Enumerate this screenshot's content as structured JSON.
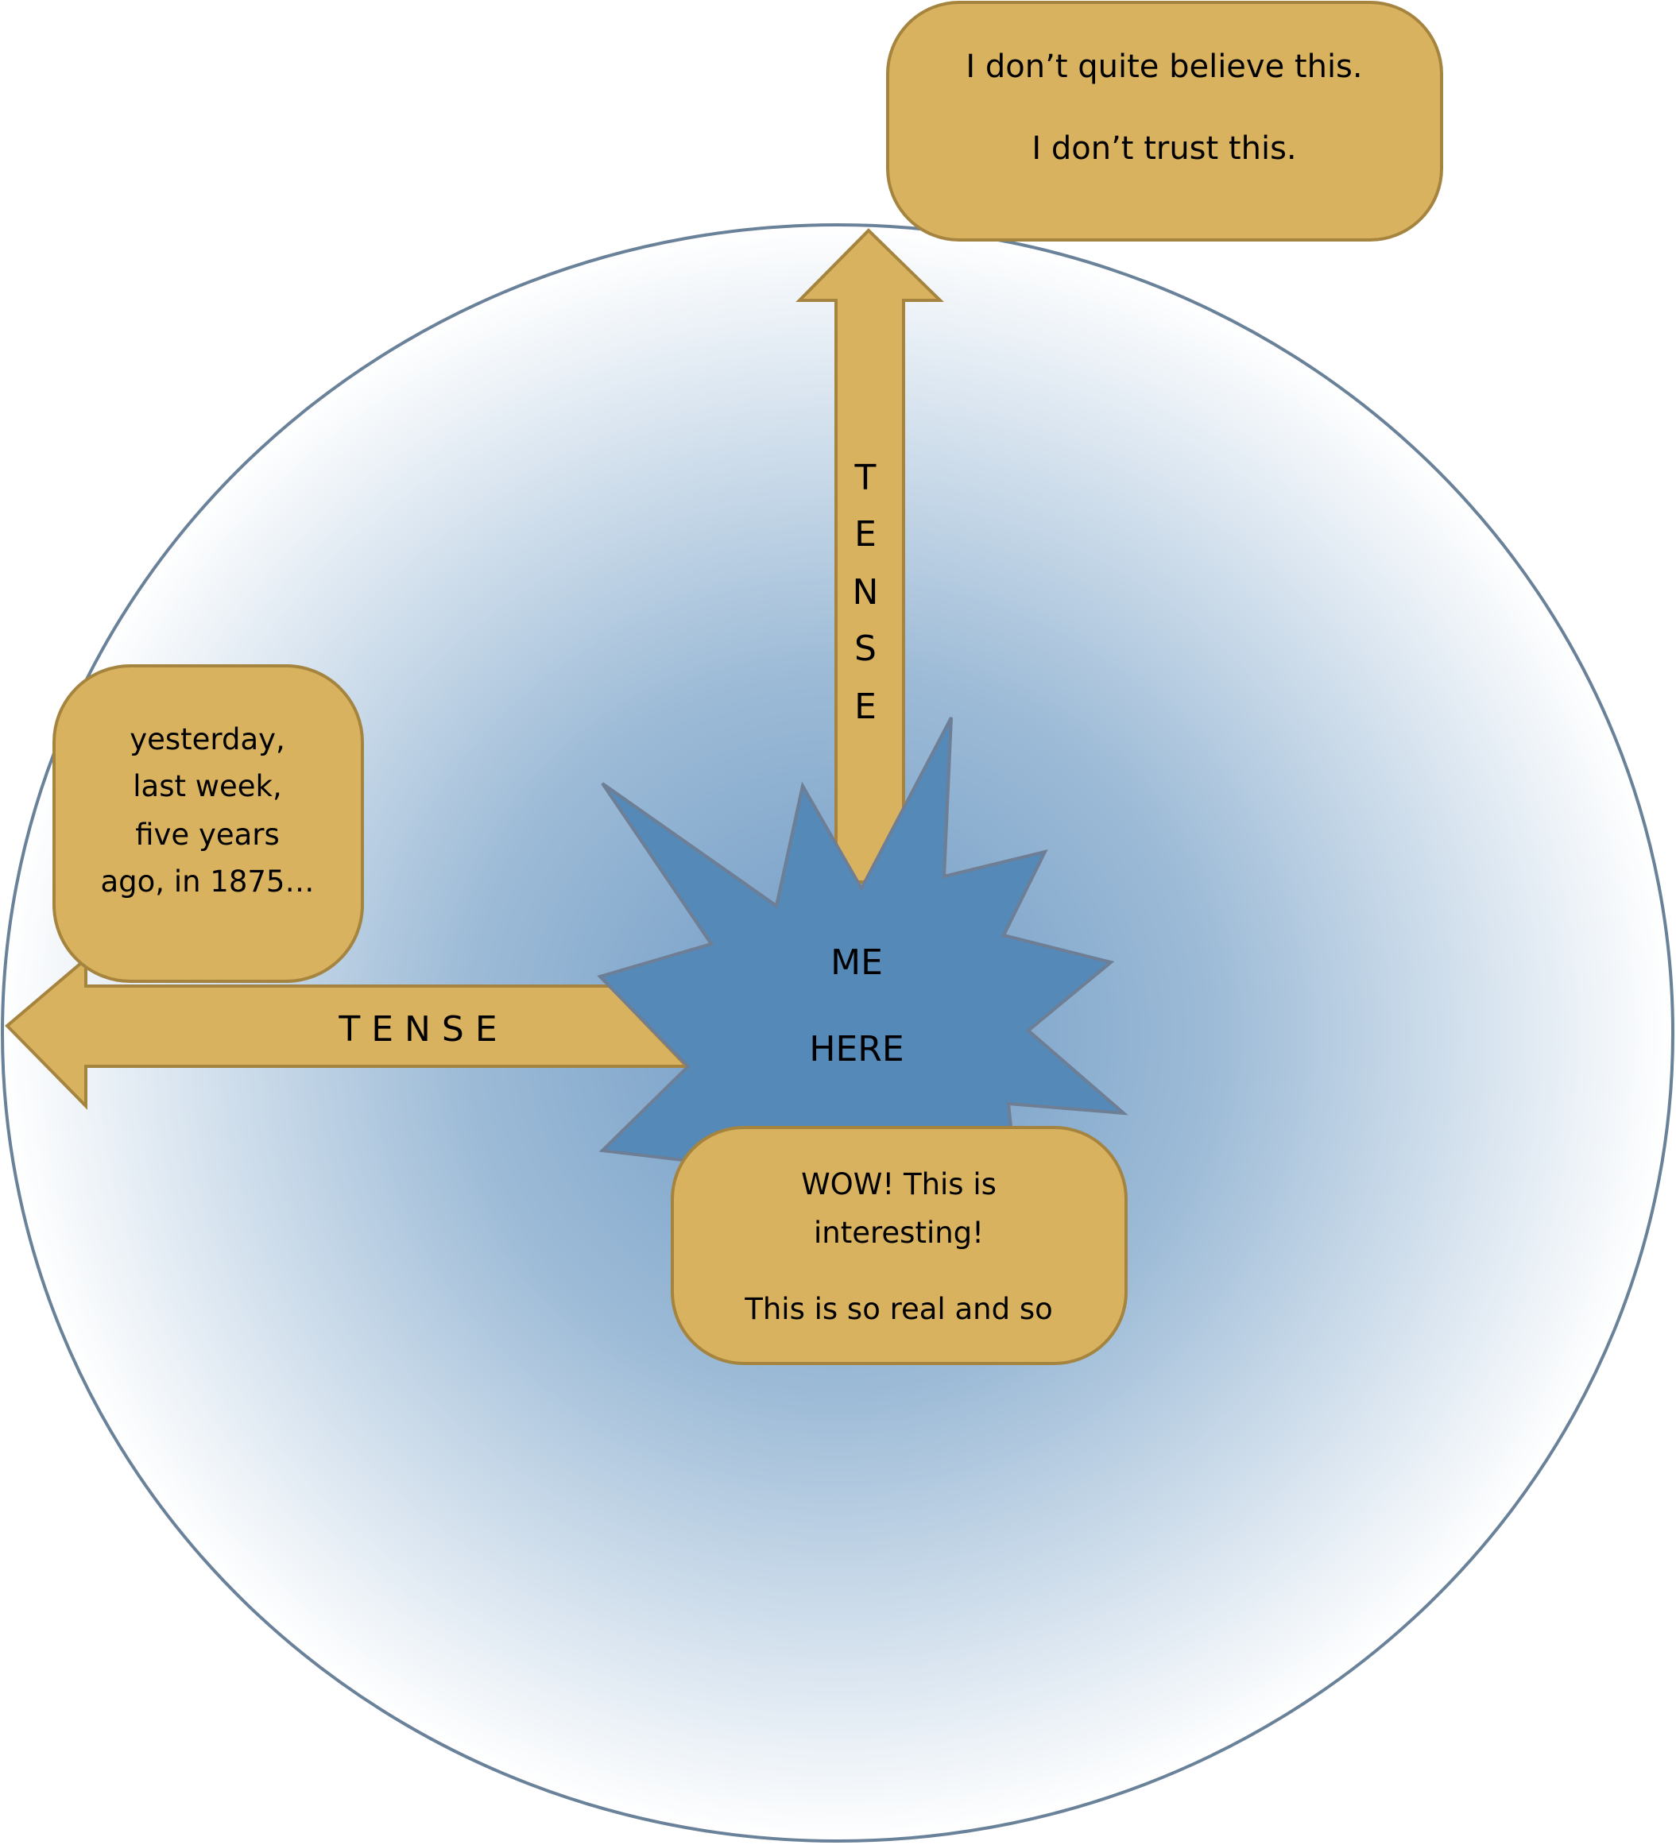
{
  "colors": {
    "callout_fill": "#D8B25E",
    "callout_stroke": "#A5843F",
    "star_fill": "#5589B8",
    "star_stroke": "#6D7E95",
    "circle_stroke": "#6A8299",
    "circle_center": "#7FA6CB"
  },
  "top_callout": {
    "line1": "I don’t quite believe this.",
    "line2": "I don’t trust this."
  },
  "up_arrow": {
    "letters": [
      "T",
      "E",
      "N",
      "S",
      "E"
    ]
  },
  "left_arrow": {
    "label": "T E N S E"
  },
  "star": {
    "line1": "ME",
    "line2": "HERE"
  },
  "left_callout": {
    "lines": [
      "yesterday,",
      "last week,",
      "five years",
      "ago, in 1875…"
    ]
  },
  "bottom_callout": {
    "line1": "WOW! This is",
    "line2": "interesting!",
    "line3": "This is so real and so"
  }
}
